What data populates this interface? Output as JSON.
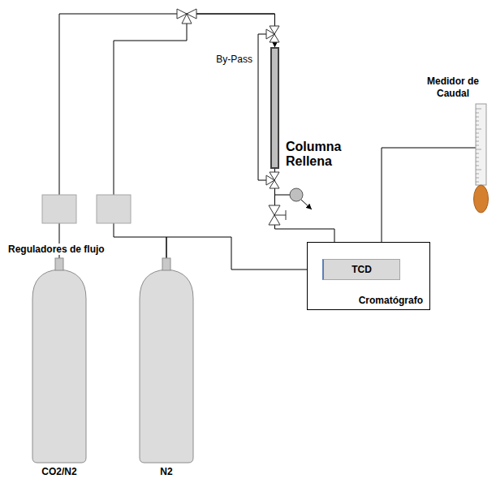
{
  "diagram": {
    "nodes": [
      {
        "text": [
          "CO2/N2"
        ]
      },
      {
        "text": [
          "N2"
        ]
      },
      {
        "text": [
          "Columna Rellena"
        ]
      },
      {
        "text": [
          "Cromatógrafo"
        ]
      },
      {
        "text": [
          "TCD"
        ],
        "in": 3
      },
      {
        "text": [
          "Medidor de Caudal"
        ]
      }
    ],
    "edges": [
      {
        "from": 0,
        "to": 2,
        "arrow": "to"
      },
      {
        "from": 1,
        "to": 2,
        "arrow": "to"
      },
      {
        "from": 2,
        "to": 4,
        "arrow": "to"
      },
      {
        "from": 1,
        "to": 4,
        "arrow": "to"
      },
      {
        "from": 4,
        "to": 5,
        "arrow": "none"
      }
    ],
    "labels": [
      "Reguladores de flujo",
      "By-Pass"
    ]
  }
}
